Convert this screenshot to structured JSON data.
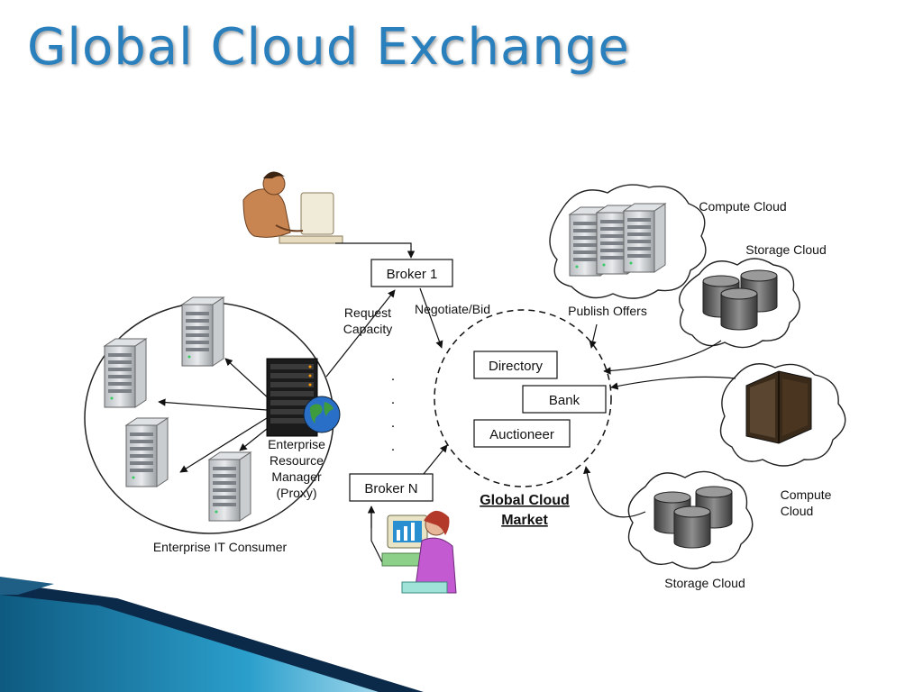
{
  "slide": {
    "title": "Global Cloud Exchange",
    "colors": {
      "title": "#2a7fbd",
      "accent_dark": "#0b2a4a",
      "accent_blue": "#2b8fb8"
    }
  },
  "diagram": {
    "brokers": {
      "top": "Broker 1",
      "bottom": "Broker N"
    },
    "market": {
      "name_line1": "Global Cloud",
      "name_line2": "Market",
      "services": [
        "Directory",
        "Bank",
        "Auctioneer"
      ]
    },
    "labels": {
      "request_line1": "Request",
      "request_line2": "Capacity",
      "negotiate": "Negotiate/Bid",
      "publish": "Publish Offers",
      "erm_line1": "Enterprise",
      "erm_line2": "Resource",
      "erm_line3": "Manager",
      "erm_line4": "(Proxy)",
      "enterprise_consumer": "Enterprise IT Consumer",
      "ellipsis": "."
    },
    "providers": {
      "compute_top": "Compute Cloud",
      "storage_top": "Storage Cloud",
      "compute_right_line1": "Compute",
      "compute_right_line2": "Cloud",
      "storage_bottom": "Storage Cloud"
    },
    "icons": [
      "user-at-desk-icon",
      "woman-at-computer-icon",
      "server-tower-icon",
      "server-rack-icon",
      "globe-icon",
      "storage-disk-icon",
      "cloud-icon",
      "mainframe-cabinet-icon"
    ]
  }
}
